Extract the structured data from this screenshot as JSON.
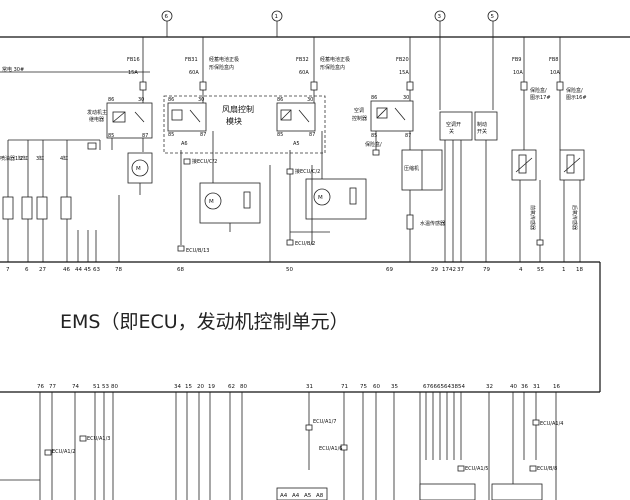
{
  "ems_title": "EMS（即ECU，发动机控制单元）",
  "circle_markers": [
    "6",
    "1",
    "3",
    "5"
  ],
  "fuses": {
    "fb16": {
      "name": "FB16",
      "rating": "15A"
    },
    "fb31": {
      "name": "FB31",
      "rating": "60A"
    },
    "fb32": {
      "name": "FB32",
      "rating": "60A"
    },
    "fb20": {
      "name": "FB20",
      "rating": "15A"
    },
    "fb9": {
      "name": "FB9",
      "rating": "10A"
    },
    "fb8": {
      "name": "FB8",
      "rating": "10A"
    }
  },
  "fan_module": {
    "line1": "风扇控制",
    "line2": "模块"
  },
  "relay_box_labels": {
    "a6": "A6",
    "a5": "A5"
  },
  "ac_module_label": {
    "line1": "空调",
    "line2": "控制器"
  },
  "motor_symbol": "M",
  "ecu_top_pins": [
    "7",
    "6",
    "27",
    "46",
    "44",
    "45",
    "63",
    "78",
    "68",
    "50",
    "69",
    "29",
    "17",
    "42",
    "37",
    "79",
    "4",
    "55",
    "1",
    "18"
  ],
  "ecu_bottom_pins": [
    "76",
    "77",
    "74",
    "51",
    "53",
    "80",
    "34",
    "15",
    "20",
    "19",
    "62",
    "80",
    "31",
    "71",
    "75",
    "60",
    "35",
    "67",
    "66",
    "65",
    "64",
    "38",
    "54",
    "32",
    "40",
    "36",
    "31",
    "16"
  ],
  "ecu_refs": {
    "r1": "ECU/A1/7",
    "r2": "ECU/A1/6",
    "r3": "ECU/A1/4",
    "r4": "ECU/A1/5",
    "r5": "ECU/A1/3",
    "r6": "ECU/A1/2",
    "r7": "ECU/B/8"
  },
  "bottom_connector": [
    "A4",
    "A4",
    "A5",
    "A8"
  ]
}
